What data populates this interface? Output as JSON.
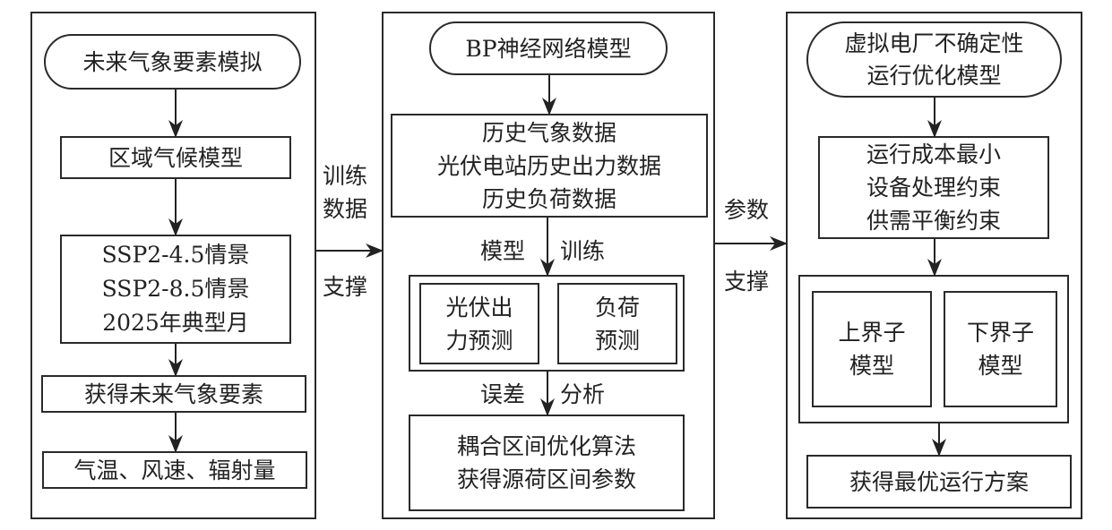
{
  "left": {
    "title": "未来气象要素模拟",
    "regional_model": "区域气候模型",
    "scenarios": [
      "SSP2-4.5情景",
      "SSP2-8.5情景",
      "2025年典型月"
    ],
    "future_elements": "获得未来气象要素",
    "variables": "气温、风速、辐射量"
  },
  "link1": {
    "top": [
      "训练",
      "数据"
    ],
    "bottom": "支撑"
  },
  "middle": {
    "title": "BP神经网络模型",
    "history": [
      "历史气象数据",
      "光伏电站历史出力数据",
      "历史负荷数据"
    ],
    "train_label_left": "模型",
    "train_label_right": "训练",
    "pv_forecast": [
      "光伏出",
      "力预测"
    ],
    "load_forecast": [
      "负荷",
      "预测"
    ],
    "error_label_left": "误差",
    "error_label_right": "分析",
    "coupled": [
      "耦合区间优化算法",
      "获得源荷区间参数"
    ]
  },
  "link2": {
    "top": "参数",
    "bottom": "支撑"
  },
  "right": {
    "title": [
      "虚拟电厂不确定性",
      "运行优化模型"
    ],
    "constraints": [
      "运行成本最小",
      "设备处理约束",
      "供需平衡约束"
    ],
    "upper": [
      "上界子",
      "模型"
    ],
    "lower": [
      "下界子",
      "模型"
    ],
    "result": "获得最优运行方案"
  }
}
